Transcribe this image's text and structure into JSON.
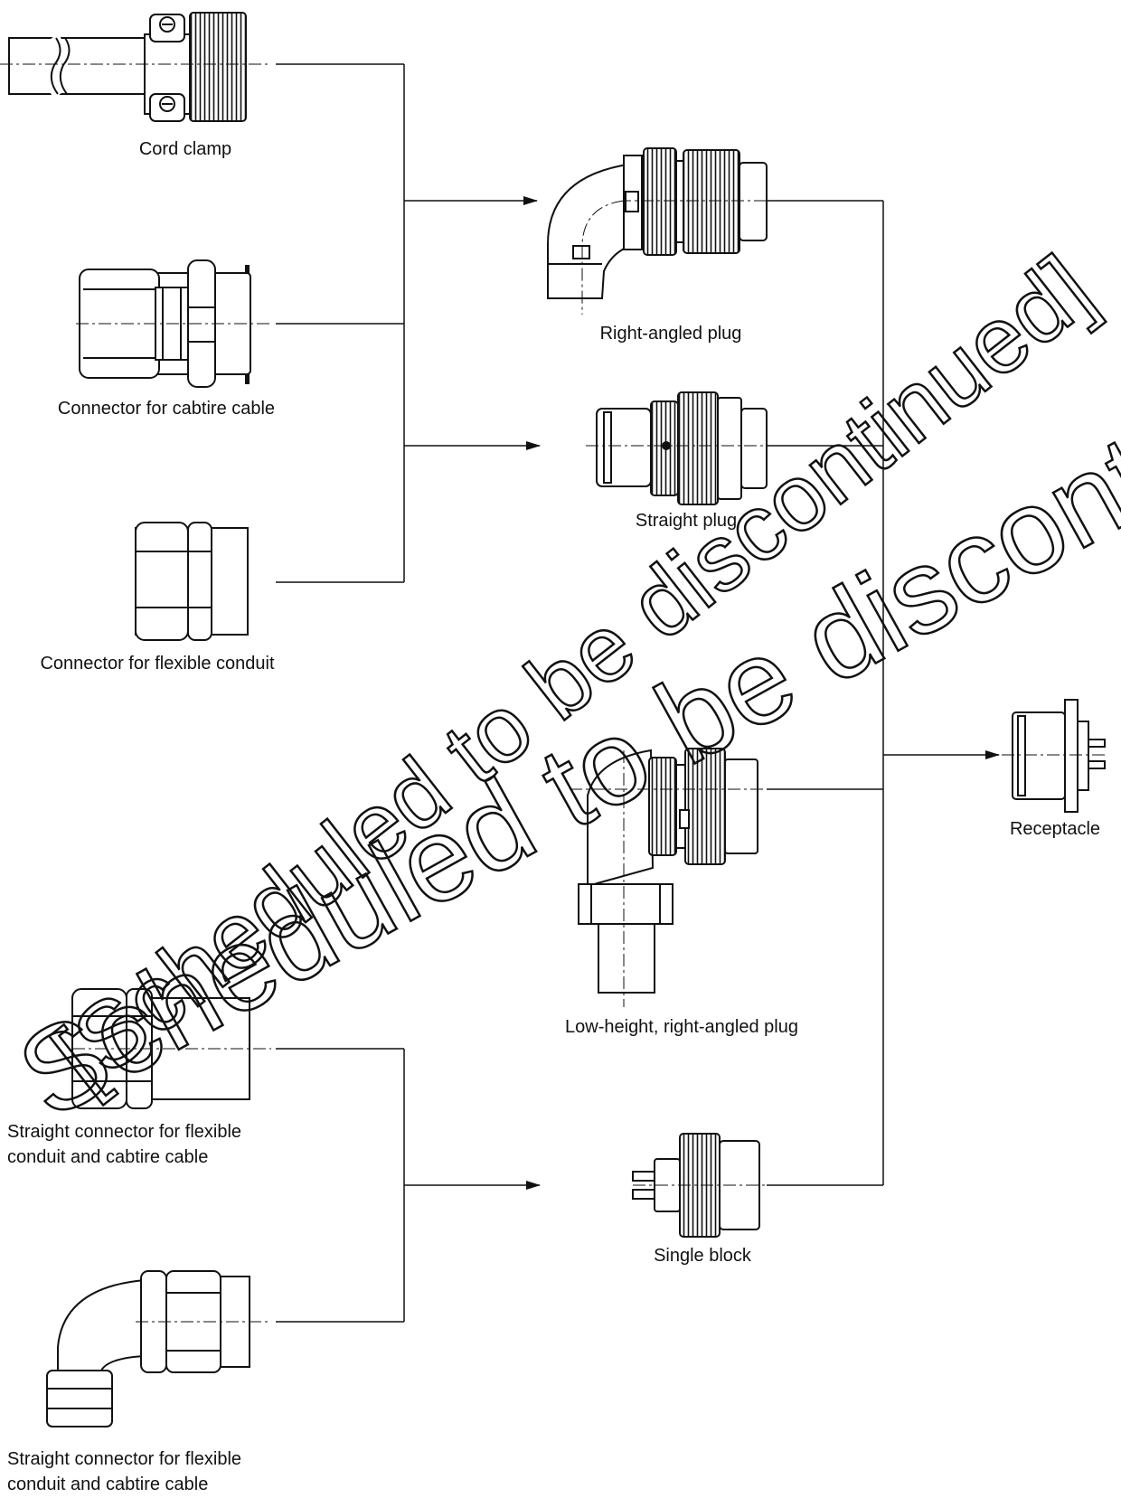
{
  "components": {
    "cord_clamp": "Cord clamp",
    "connector_cabtire": "Connector for cabtire cable",
    "connector_flexible_conduit": "Connector for flexible conduit",
    "right_angled_plug": "Right-angled plug",
    "straight_plug": "Straight plug",
    "low_height_plug": "Low-height, right-angled plug",
    "single_block": "Single block",
    "receptacle": "Receptacle",
    "straight_connector_1": [
      "Straight connector for flexible",
      "conduit and cabtire cable"
    ],
    "straight_connector_2": [
      "Straight connector for flexible",
      "conduit and cabtire cable"
    ]
  },
  "watermark": {
    "line1": "[Scheduled to be discontinued]",
    "line2": "Scheduled to be discontinued"
  }
}
